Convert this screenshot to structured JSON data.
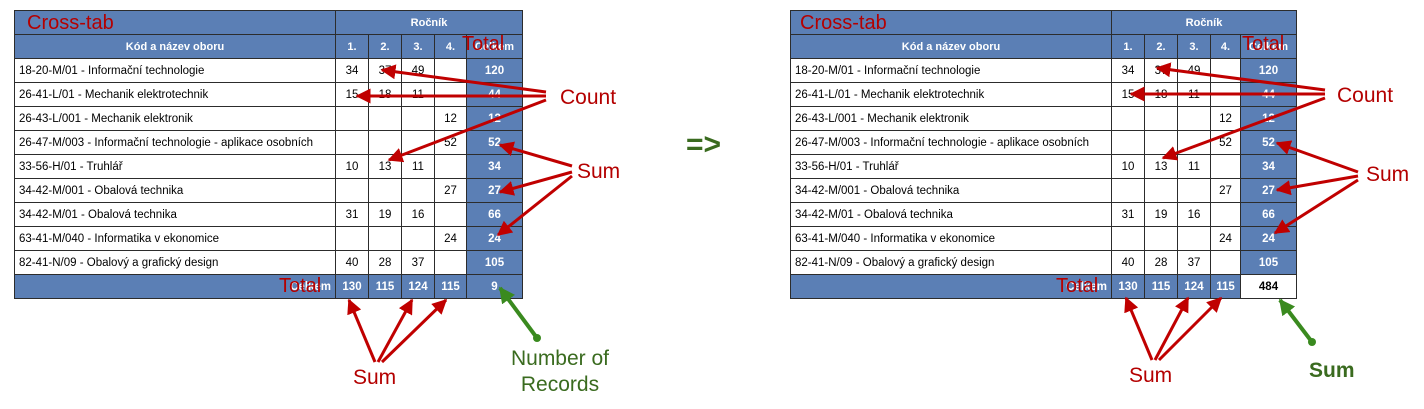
{
  "separator": "=>",
  "left": {
    "title": "Cross-tab",
    "total_overlay_header": "Total",
    "total_overlay_footer": "Total",
    "group_header": "Ročník",
    "name_header": "Kód a název oboru",
    "year_headers": [
      "1.",
      "2.",
      "3.",
      "4."
    ],
    "total_header": "Celkem",
    "rows": [
      {
        "name": "18-20-M/01 - Informační technologie",
        "y1": "34",
        "y2": "37",
        "y3": "49",
        "y4": "",
        "total": "120"
      },
      {
        "name": "26-41-L/01 - Mechanik elektrotechnik",
        "y1": "15",
        "y2": "18",
        "y3": "11",
        "y4": "",
        "total": "44"
      },
      {
        "name": "26-43-L/001 - Mechanik elektronik",
        "y1": "",
        "y2": "",
        "y3": "",
        "y4": "12",
        "total": "12"
      },
      {
        "name": "26-47-M/003 - Informační technologie - aplikace osobních",
        "y1": "",
        "y2": "",
        "y3": "",
        "y4": "52",
        "total": "52"
      },
      {
        "name": "33-56-H/01 - Truhlář",
        "y1": "10",
        "y2": "13",
        "y3": "11",
        "y4": "",
        "total": "34"
      },
      {
        "name": "34-42-M/001 - Obalová technika",
        "y1": "",
        "y2": "",
        "y3": "",
        "y4": "27",
        "total": "27"
      },
      {
        "name": "34-42-M/01 - Obalová technika",
        "y1": "31",
        "y2": "19",
        "y3": "16",
        "y4": "",
        "total": "66"
      },
      {
        "name": "63-41-M/040 - Informatika v ekonomice",
        "y1": "",
        "y2": "",
        "y3": "",
        "y4": "24",
        "total": "24"
      },
      {
        "name": "82-41-N/09 - Obalový a grafický design",
        "y1": "40",
        "y2": "28",
        "y3": "37",
        "y4": "",
        "total": "105"
      }
    ],
    "footer": {
      "label": "Celkem",
      "y1": "130",
      "y2": "115",
      "y3": "124",
      "y4": "115",
      "grand": "9"
    },
    "labels": {
      "count": "Count",
      "sum_right": "Sum",
      "sum_bottom": "Sum",
      "grand_note_line1": "Number of",
      "grand_note_line2": "Records"
    }
  },
  "right": {
    "title": "Cross-tab",
    "total_overlay_header": "Total",
    "total_overlay_footer": "Total",
    "group_header": "Ročník",
    "name_header": "Kód a název oboru",
    "year_headers": [
      "1.",
      "2.",
      "3.",
      "4."
    ],
    "total_header": "Celkem",
    "rows": [
      {
        "name": "18-20-M/01 - Informační technologie",
        "y1": "34",
        "y2": "37",
        "y3": "49",
        "y4": "",
        "total": "120"
      },
      {
        "name": "26-41-L/01 - Mechanik elektrotechnik",
        "y1": "15",
        "y2": "18",
        "y3": "11",
        "y4": "",
        "total": "44"
      },
      {
        "name": "26-43-L/001 - Mechanik elektronik",
        "y1": "",
        "y2": "",
        "y3": "",
        "y4": "12",
        "total": "12"
      },
      {
        "name": "26-47-M/003 - Informační technologie - aplikace osobních",
        "y1": "",
        "y2": "",
        "y3": "",
        "y4": "52",
        "total": "52"
      },
      {
        "name": "33-56-H/01 - Truhlář",
        "y1": "10",
        "y2": "13",
        "y3": "11",
        "y4": "",
        "total": "34"
      },
      {
        "name": "34-42-M/001 - Obalová technika",
        "y1": "",
        "y2": "",
        "y3": "",
        "y4": "27",
        "total": "27"
      },
      {
        "name": "34-42-M/01 - Obalová technika",
        "y1": "31",
        "y2": "19",
        "y3": "16",
        "y4": "",
        "total": "66"
      },
      {
        "name": "63-41-M/040 - Informatika v ekonomice",
        "y1": "",
        "y2": "",
        "y3": "",
        "y4": "24",
        "total": "24"
      },
      {
        "name": "82-41-N/09 - Obalový a grafický design",
        "y1": "40",
        "y2": "28",
        "y3": "37",
        "y4": "",
        "total": "105"
      }
    ],
    "footer": {
      "label": "Celkem",
      "y1": "130",
      "y2": "115",
      "y3": "124",
      "y4": "115",
      "grand": "484"
    },
    "labels": {
      "count": "Count",
      "sum_right": "Sum",
      "sum_bottom": "Sum",
      "grand_note": "Sum"
    }
  }
}
